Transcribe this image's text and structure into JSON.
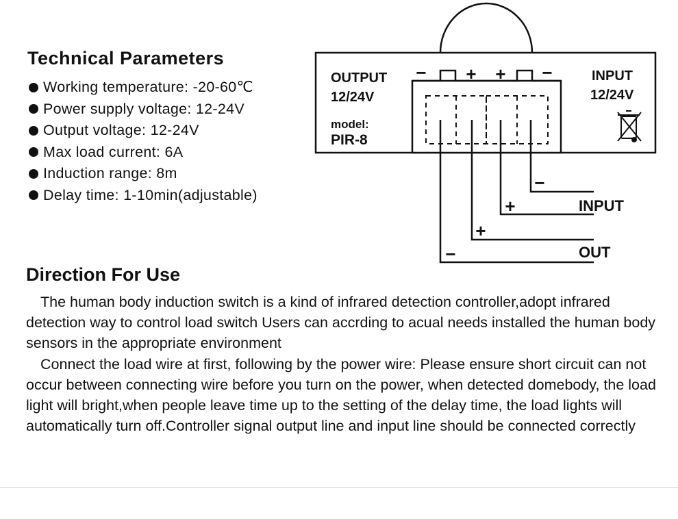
{
  "technical": {
    "title": "Technical Parameters",
    "params": [
      "Working temperature: -20-60℃",
      "Power supply voltage: 12-24V",
      "Output voltage: 12-24V",
      "Max load current: 6A",
      "Induction range: 8m",
      "Delay time: 1-10min(adjustable)"
    ]
  },
  "diagram": {
    "output_label": "OUTPUT",
    "output_voltage": "12/24V",
    "model_label": "model:",
    "model_value": "PIR-8",
    "input_label": "INPUT",
    "input_voltage": "12/24V",
    "terminal_signs": [
      "−",
      "+",
      "+",
      "−"
    ],
    "wire_signs": [
      "−",
      "+",
      "+",
      "−"
    ],
    "wire_input_label": "INPUT",
    "wire_out_label": "OUT",
    "icon": "crossed-bin-icon"
  },
  "direction": {
    "title": "Direction For Use",
    "paragraph1": "The human body induction switch is a kind of infrared detection controller,adopt infrared detection way to control load switch Users can accrding to acual needs installed the human body sensors in the appropriate environment",
    "paragraph2": "Connect the load wire at first, following by the power wire: Please ensure short circuit can not occur between connecting wire before you turn on the power, when detected domebody, the load light will bright,when people leave time up to the setting of the delay time, the load lights will automatically turn off.Controller signal output line and input line should be connected correctly"
  }
}
